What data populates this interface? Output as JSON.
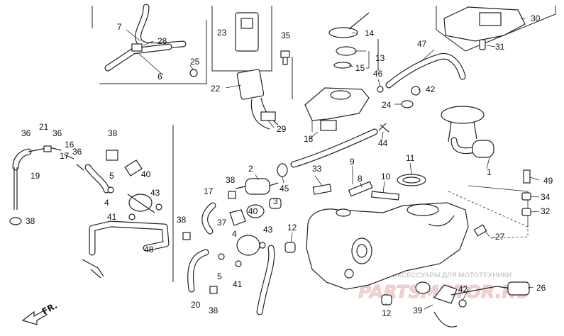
{
  "diagram": {
    "callouts": [
      {
        "id": "c1",
        "text": "1"
      },
      {
        "id": "c2",
        "text": "2"
      },
      {
        "id": "c3",
        "text": "3"
      },
      {
        "id": "c4a",
        "text": "4"
      },
      {
        "id": "c4b",
        "text": "4"
      },
      {
        "id": "c5a",
        "text": "5"
      },
      {
        "id": "c5b",
        "text": "5"
      },
      {
        "id": "c6",
        "text": "6"
      },
      {
        "id": "c7",
        "text": "7"
      },
      {
        "id": "c8",
        "text": "8"
      },
      {
        "id": "c9",
        "text": "9"
      },
      {
        "id": "c10",
        "text": "10"
      },
      {
        "id": "c11",
        "text": "11"
      },
      {
        "id": "c12a",
        "text": "12"
      },
      {
        "id": "c12b",
        "text": "12"
      },
      {
        "id": "c13",
        "text": "13"
      },
      {
        "id": "c14",
        "text": "14"
      },
      {
        "id": "c15",
        "text": "15"
      },
      {
        "id": "c16",
        "text": "16"
      },
      {
        "id": "c17a",
        "text": "17"
      },
      {
        "id": "c17b",
        "text": "17"
      },
      {
        "id": "c18",
        "text": "18"
      },
      {
        "id": "c19",
        "text": "19"
      },
      {
        "id": "c20",
        "text": "20"
      },
      {
        "id": "c21",
        "text": "21"
      },
      {
        "id": "c22",
        "text": "22"
      },
      {
        "id": "c23",
        "text": "23"
      },
      {
        "id": "c24",
        "text": "24"
      },
      {
        "id": "c25",
        "text": "25"
      },
      {
        "id": "c26",
        "text": "26"
      },
      {
        "id": "c27",
        "text": "-27"
      },
      {
        "id": "c28",
        "text": "28"
      },
      {
        "id": "c29",
        "text": "29"
      },
      {
        "id": "c30",
        "text": "30"
      },
      {
        "id": "c31",
        "text": "31"
      },
      {
        "id": "c32",
        "text": "32"
      },
      {
        "id": "c33",
        "text": "33"
      },
      {
        "id": "c34",
        "text": "34"
      },
      {
        "id": "c35",
        "text": "35"
      },
      {
        "id": "c36a",
        "text": "36"
      },
      {
        "id": "c36b",
        "text": "36"
      },
      {
        "id": "c36c",
        "text": "36"
      },
      {
        "id": "c37",
        "text": "37"
      },
      {
        "id": "c38a",
        "text": "38"
      },
      {
        "id": "c38b",
        "text": "38"
      },
      {
        "id": "c38c",
        "text": "38"
      },
      {
        "id": "c38d",
        "text": "38"
      },
      {
        "id": "c38e",
        "text": "38"
      },
      {
        "id": "c39",
        "text": "39"
      },
      {
        "id": "c40a",
        "text": "40"
      },
      {
        "id": "c40b",
        "text": "40"
      },
      {
        "id": "c41a",
        "text": "41"
      },
      {
        "id": "c41b",
        "text": "41"
      },
      {
        "id": "c42a",
        "text": "42"
      },
      {
        "id": "c42b",
        "text": "42"
      },
      {
        "id": "c43a",
        "text": "43"
      },
      {
        "id": "c43b",
        "text": "43"
      },
      {
        "id": "c44",
        "text": "44"
      },
      {
        "id": "c45",
        "text": "45"
      },
      {
        "id": "c46",
        "text": "46"
      },
      {
        "id": "c47",
        "text": "47"
      },
      {
        "id": "c48",
        "text": "48"
      },
      {
        "id": "c49",
        "text": "49"
      }
    ],
    "direction_label": "FR.",
    "watermark_text": "ЗАПЧАСТИ И АКСЕССУАРЫ ДЛЯ МОТОТЕХНИКИ",
    "watermark_logo": "PARTSMOTOR.RU",
    "colors": {
      "line": "#222222",
      "watermark": "#b7b7b7",
      "logo": "#f2d3d3"
    }
  }
}
